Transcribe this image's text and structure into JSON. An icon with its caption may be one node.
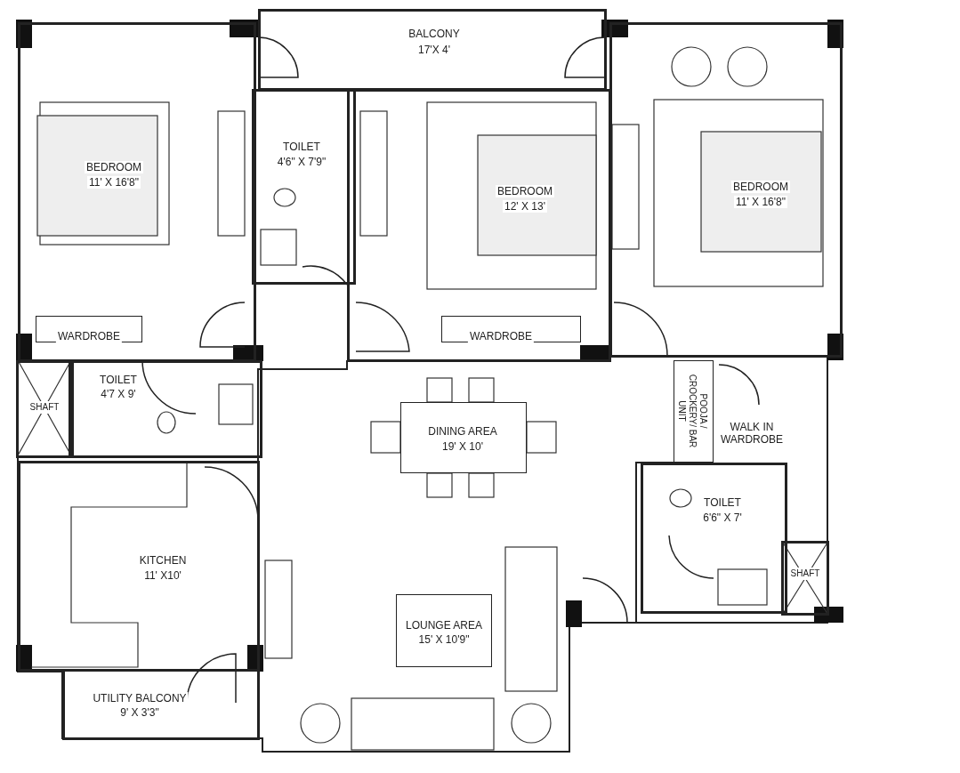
{
  "diagram": {
    "nodes": [
      {
        "text": [
          "BALCONY",
          "17'X 4'"
        ]
      },
      {
        "text": [
          "BEDROOM",
          "11' X 16'8\""
        ]
      },
      {
        "text": [
          "TOILET",
          "4'6\" X 7'9\""
        ]
      },
      {
        "text": [
          "BEDROOM",
          "12' X 13'"
        ]
      },
      {
        "text": [
          "BEDROOM",
          "11' X 16'8\""
        ]
      },
      {
        "text": [
          "WARDROBE"
        ],
        "in": 1
      },
      {
        "text": [
          "WARDROBE"
        ],
        "in": 3
      },
      {
        "text": [
          "SHAFT"
        ]
      },
      {
        "text": [
          "TOILET",
          "4'7 X 9'"
        ]
      },
      {
        "text": [
          "DINING AREA",
          "19' X 10'"
        ]
      },
      {
        "text": [
          "POOJA / CROCKERY/ BAR UNIT"
        ]
      },
      {
        "text": [
          "WALK IN WARDROBE"
        ]
      },
      {
        "text": [
          "TOILET",
          "6'6\" X 7'"
        ]
      },
      {
        "text": [
          "SHAFT"
        ]
      },
      {
        "text": [
          "KITCHEN",
          "11' X10'"
        ]
      },
      {
        "text": [
          "LOUNGE AREA",
          "15' X 10'9\""
        ]
      },
      {
        "text": [
          "UTILITY BALCONY",
          "9' X 3'3\""
        ]
      }
    ],
    "edges": []
  }
}
